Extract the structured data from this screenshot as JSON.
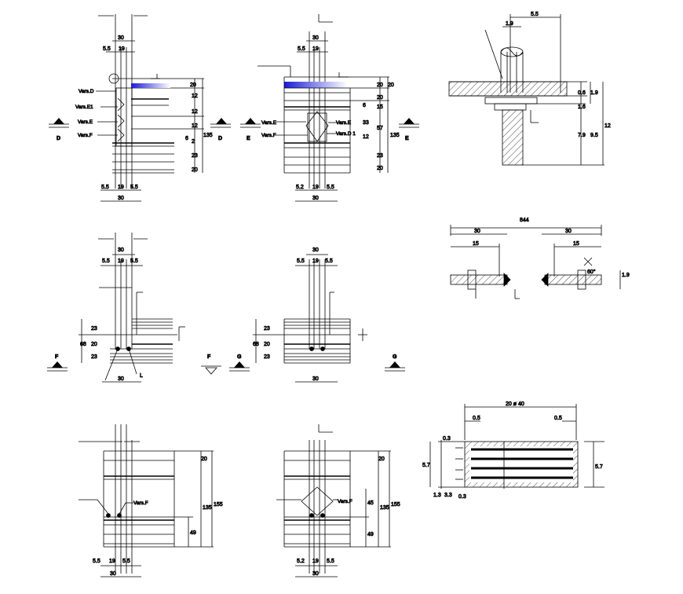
{
  "colors": {
    "line": "#000000",
    "accent": "#2a2ae8",
    "hatch": "#000000"
  },
  "views": {
    "d": {
      "top_30": "30",
      "left_55": "5.5",
      "mid_19": "19",
      "vars_d": "Vars.D",
      "vars_e1": "Vars.E1",
      "vars_e": "Vars.E",
      "vars_f": "Vars.F",
      "r20": "20",
      "r12a": "12",
      "r12b": "12",
      "r12c": "12",
      "r6": "6",
      "r2": "2",
      "r23": "23",
      "r20b": "20",
      "total": "135",
      "bl": "5.5",
      "bm": "19",
      "br": "5.5",
      "b30": "30",
      "sec_left": "D",
      "sec_right": "D"
    },
    "e": {
      "top_30": "30",
      "left_55": "5.5",
      "mid_19": "19",
      "vars_e": "Vars.E",
      "vars_d1": "Vars.D 1",
      "vars_f": "Vars.F",
      "r20a": "20",
      "r20b": "20",
      "r20c": "20",
      "r15": "15",
      "r6": "6",
      "r33": "33",
      "r57": "57",
      "r12": "12",
      "r23": "23",
      "r20d": "20",
      "total": "135",
      "bl": "5.2",
      "bm": "19",
      "br": "5.5",
      "b30": "30",
      "sec_left": "E",
      "sec_right": "E"
    },
    "f": {
      "top_30": "30",
      "tl": "5.5",
      "tm": "19",
      "tr": "5.5",
      "r23a": "23",
      "r20": "20",
      "r23b": "23",
      "total": "68",
      "b30": "30",
      "l": "L",
      "sec_left": "F",
      "sec_right": "F"
    },
    "g": {
      "top_30": "30",
      "tl": "5.5",
      "tm": "19",
      "tr": "5.5",
      "r23a": "23",
      "r20": "20",
      "r23b": "23",
      "total": "68",
      "b30": "30",
      "sec_left": "G",
      "sec_right": "G"
    },
    "h": {
      "r20": "20",
      "r135": "135",
      "r155": "155",
      "r49": "49",
      "vars_f": "Vars.F",
      "bl": "5.5",
      "bm": "19",
      "br": "5.5",
      "b30": "30"
    },
    "i": {
      "r20": "20",
      "r135": "135",
      "r155": "155",
      "r45": "45",
      "r49": "49",
      "vars_f": "Vars.F",
      "bl": "5.2",
      "bm": "19",
      "br": "5.5",
      "b30": "30"
    },
    "anchor": {
      "w55": "5.5",
      "w19": "1.9",
      "r06": "0.6",
      "r19": "1.9",
      "r16": "1.6",
      "r79": "7.9",
      "r95": "9.5",
      "r12": "12"
    },
    "rod": {
      "label": "844",
      "d30a": "30",
      "d30b": "30",
      "d15a": "15",
      "d15b": "15",
      "ang": "60°",
      "d19": "1.9"
    },
    "plate": {
      "title": "20 ø 40",
      "d05a": "0.5",
      "d05b": "0.5",
      "d03": "0.3",
      "d57l": "5.7",
      "d57r": "5.7",
      "d13": "1.3",
      "d33": "3.3",
      "d03b": "0.3"
    }
  }
}
